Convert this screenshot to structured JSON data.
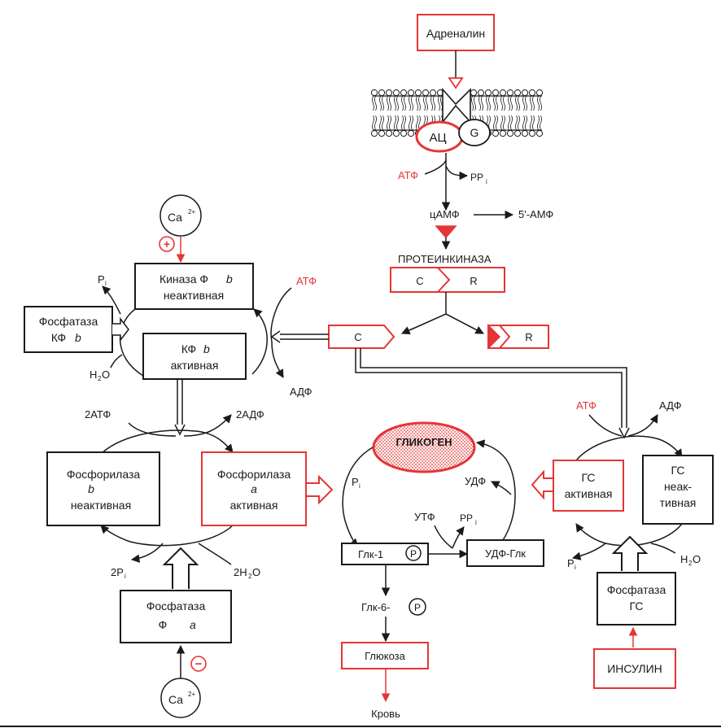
{
  "colors": {
    "red": "#e53535",
    "black": "#1a1a1a",
    "pink": "#f4a0a6"
  },
  "adrenalin": "Адреналин",
  "ac": "АЦ",
  "g": "G",
  "atf": "АТФ",
  "pp": "PP",
  "pp_sub": "i",
  "camf": "цАМФ",
  "amf5": "5'-АМФ",
  "proteinkinase": "ПРОТЕИНКИНАЗА",
  "c": "C",
  "r": "R",
  "ca": "Ca",
  "ca_sup": "2+",
  "plus": "+",
  "minus": "−",
  "kinase_l1": "Киназа  Ф",
  "kinase_b": "b",
  "kinase_l2": "неактивная",
  "kf_l1": "КФ",
  "kf_b": "b",
  "kf_l2": "активная",
  "phosphatase_kf_l1": "Фосфатаза",
  "phosphatase_kf_l2": "КФ",
  "phosphatase_kf_b": "b",
  "p": "P",
  "p_sub": "i",
  "h2o_h": "H",
  "h2o_2": "2",
  "h2o_o": "O",
  "adf": "АДФ",
  "atf2": "2АТФ",
  "adf2": "2АДФ",
  "phos_b_l1": "Фосфорилаза",
  "phos_b_l2": "b",
  "phos_b_l3": "неактивная",
  "phos_a_l1": "Фосфорилаза",
  "phos_a_l2": "a",
  "phos_a_l3": "активная",
  "p2": "2P",
  "h2o2": "2H",
  "phosphatase_fa_l1": "Фосфатаза",
  "phosphatase_fa_l2": "Ф",
  "phosphatase_fa_a": "a",
  "glycogen": "ГЛИКОГЕН",
  "udf": "УДФ",
  "utf": "УТФ",
  "glk1": "Глк-1",
  "udf_glk": "УДФ-Глк",
  "glk6": "Глк-6-",
  "glucose": "Глюкоза",
  "blood": "Кровь",
  "gs_act_l1": "ГС",
  "gs_act_l2": "активная",
  "gs_inact_l1": "ГС",
  "gs_inact_l2": "неак-",
  "gs_inact_l3": "тивная",
  "phosphatase_gs_l1": "Фосфатаза",
  "phosphatase_gs_l2": "ГС",
  "insulin": "ИНСУЛИН"
}
